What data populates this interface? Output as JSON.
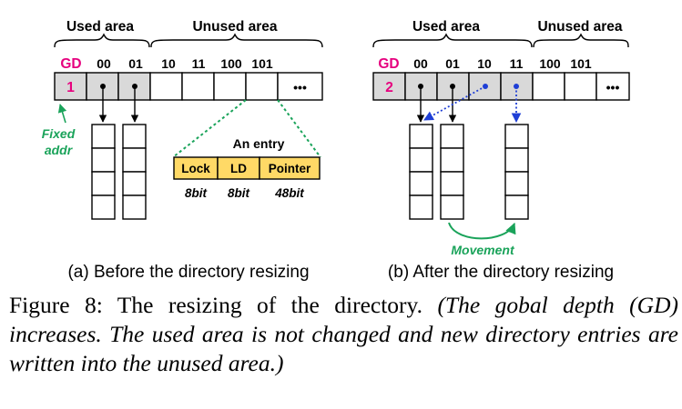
{
  "panel_a": {
    "used_area": "Used area",
    "unused_area": "Unused area",
    "gd_label": "GD",
    "column_labels": [
      "00",
      "01",
      "10",
      "11",
      "100",
      "101"
    ],
    "gd_value": "1",
    "more": "•••",
    "fixed_addr_line1": "Fixed",
    "fixed_addr_line2": "addr",
    "entry_title": "An entry",
    "entry_fields": [
      "Lock",
      "LD",
      "Pointer"
    ],
    "entry_sizes": [
      "8bit",
      "8bit",
      "48bit"
    ],
    "caption": "(a) Before the directory resizing"
  },
  "panel_b": {
    "used_area": "Used area",
    "unused_area": "Unused area",
    "gd_label": "GD",
    "column_labels": [
      "00",
      "01",
      "10",
      "11",
      "100",
      "101"
    ],
    "gd_value": "2",
    "more": "•••",
    "movement": "Movement",
    "caption": "(b) After the directory resizing"
  },
  "figure_caption": {
    "prefix": "Figure 8:  The resizing of the directory. ",
    "italic": "(The gobal depth (GD) increases. The used area is not changed and new directory entries are written into the unused area.)"
  },
  "colors": {
    "gd_red": "#e6007e",
    "green": "#1aa35a",
    "blue": "#1f3fd6",
    "used_gray": "#d9d9d9",
    "entry_yellow": "#ffd966"
  }
}
